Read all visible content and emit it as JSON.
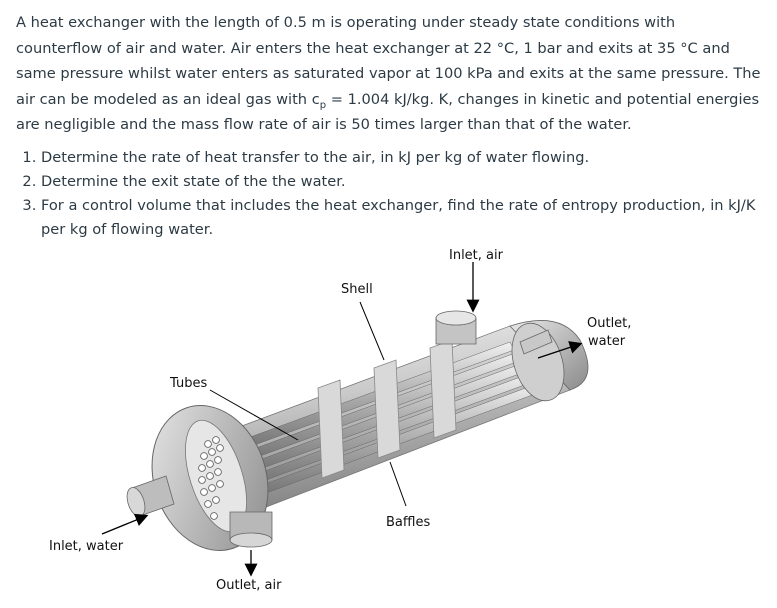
{
  "problem": {
    "intro_before_cp": "A heat exchanger with the length of 0.5 m is operating under steady state conditions with counterflow of air and water. Air enters the heat exchanger at 22 °C, 1 bar and exits at 35 °C and same pressure whilst water enters as saturated vapor at 100 kPa and exits at the same pressure. The air can be modeled as an ideal gas with c",
    "cp_subscript": "p",
    "intro_after_cp": " = 1.004 kJ/kg. K, changes in kinetic and potential energies are negligible and the mass flow rate of air is 50 times larger than that of the water."
  },
  "tasks": [
    "Determine the rate of heat transfer to the air, in kJ per kg of water flowing.",
    "Determine the exit state of the the water.",
    "For a control volume that includes the heat exchanger, find the rate of entropy production, in kJ/K per kg of flowing water."
  ],
  "figure": {
    "labels": {
      "inlet_air": "Inlet, air",
      "shell": "Shell",
      "outlet_water_line1": "Outlet,",
      "outlet_water_line2": "water",
      "tubes": "Tubes",
      "baffles": "Baffles",
      "inlet_water": "Inlet, water",
      "outlet_air": "Outlet, air"
    }
  }
}
